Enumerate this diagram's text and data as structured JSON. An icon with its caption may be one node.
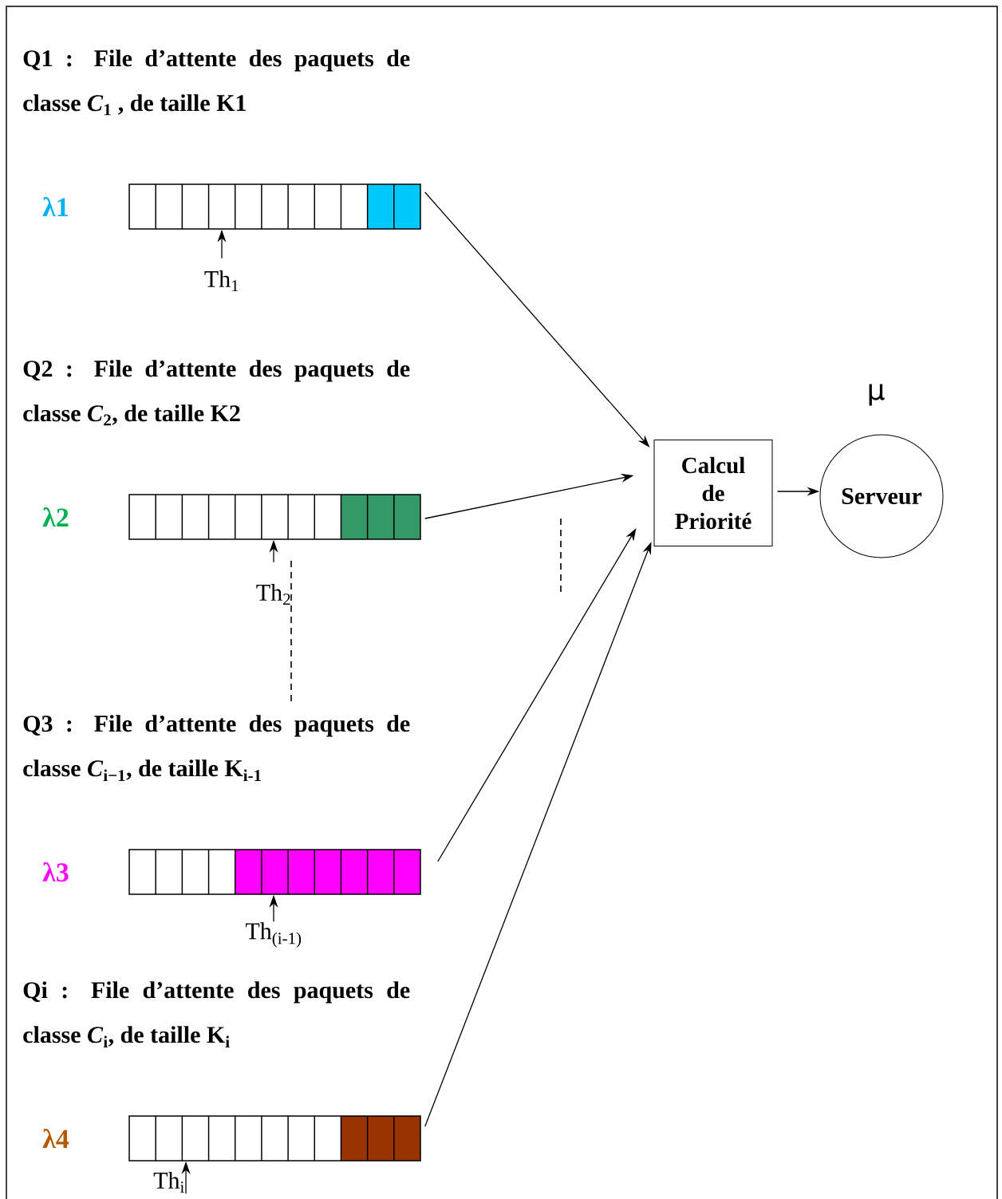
{
  "diagram": {
    "nodes": [
      {
        "text": [],
        "shape": "bar",
        "beside": [
          "λ1"
        ]
      },
      {
        "text": [
          "Th$_{1}$"
        ]
      },
      {
        "text": [],
        "shape": "bar",
        "beside": [
          "λ2"
        ]
      },
      {
        "text": [
          "Th$_{2}$"
        ]
      },
      {
        "text": [],
        "shape": "bar",
        "beside": [
          "λ3"
        ]
      },
      {
        "text": [
          "Th$_{(i-1)}$"
        ]
      },
      {
        "text": [],
        "shape": "bar",
        "beside": [
          "λ4"
        ]
      },
      {
        "text": [
          "Th$_{i}$"
        ]
      },
      {
        "text": [
          "Calcul de Priorité"
        ]
      },
      {
        "text": [
          "Serveur"
        ],
        "beside": [
          "µ"
        ]
      }
    ],
    "edges": [
      {
        "from": 0,
        "to": 8,
        "arrow": "to"
      },
      {
        "from": 2,
        "to": 8,
        "arrow": "to"
      },
      {
        "from": 4,
        "to": 8,
        "arrow": "to"
      },
      {
        "from": 6,
        "to": 8,
        "arrow": "to"
      },
      {
        "from": 8,
        "to": 9,
        "arrow": "to"
      },
      {
        "from": 1,
        "to": 0,
        "arrow": "to"
      },
      {
        "from": 3,
        "to": 2,
        "arrow": "to"
      },
      {
        "from": 5,
        "to": 4,
        "arrow": "to"
      },
      {
        "from": 7,
        "to": 6,
        "arrow": "to"
      }
    ],
    "labels": [
      "Q1 : File d’attente des paquets de classe *C*$_{1}$ , de taille K1",
      "Q2 : File d’attente des paquets de classe *C*$_{2}$, de taille K2",
      "Q3 : File d’attente des paquets de classe *C*$_{i−1}$, de taille K$_{i-1}$",
      "Qi : File d’attente des paquets de classe *C*$_{i}$, de taille K$_{i}$"
    ]
  }
}
